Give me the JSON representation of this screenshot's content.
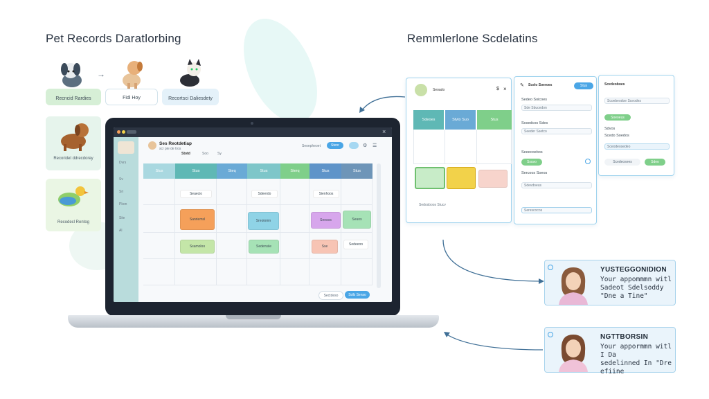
{
  "left_title": "Pet Records Daratlorbing",
  "right_title": "Remmlerlone Scdelatins",
  "pet_cards": [
    {
      "label": "Recncid Rardies"
    },
    {
      "label": "Fidi Hoy"
    },
    {
      "label": "Recortsci Daliesdety"
    },
    {
      "label": "Recoridet ddrecdorey"
    },
    {
      "label": "Recodecl Rentog"
    }
  ],
  "app": {
    "title": "Ses Reotdetiap",
    "subtitle": "scr pie de tros",
    "tabs": [
      "Stotd",
      "Soo",
      "Sy"
    ],
    "search": "Seoepheoet",
    "action_button": "Stenr",
    "sidebar": [
      "Dvrs",
      "Sv",
      "Sri",
      "Pkon",
      "Siie",
      "Al"
    ],
    "calendar_headers": [
      "Stus",
      "Stus",
      "Steq",
      "Stus",
      "Sterq",
      "Stus",
      "Stus"
    ],
    "events": [
      "Seaecio",
      "Sdeerdo",
      "Sienhoos",
      "Sanriemsl",
      "Sreoiomn",
      "Seesos",
      "Seuos",
      "Ssamoloo",
      "Sedensiie",
      "Sse",
      "Sedeeoo"
    ],
    "footer_cancel": "Sectdeso",
    "footer_confirm": "Solb Senso"
  },
  "calendar_panel": {
    "user": "Seoado",
    "headers": [
      "Sdeoes",
      "Stvto Suo",
      "Stus"
    ],
    "caption": "Sedosboos Stucv"
  },
  "form_panel": {
    "title": "Scelo Soeroes",
    "button": "Stus",
    "labels": [
      "Sedeo Soicoes",
      "Sde Sbucedon",
      "Sosedcos Sdes",
      "Seeder Ssetco",
      "Seeecoebos",
      "Sercoos Soeos",
      "Sdevdoeus",
      "Serescocos"
    ],
    "toggle": "Ssuvo"
  },
  "reminder_panel": {
    "title": "Scedeoboes",
    "field": "Scoebeodoe Sceodes",
    "chip": "Soeoeus",
    "labels": [
      "Sdvos",
      "Scedo Soedos"
    ],
    "input": "Sceodeosedeo",
    "cancel": "Scedeosees",
    "confirm": "Sdeo"
  },
  "notifications": [
    {
      "title": "YUSTEGGONIDION",
      "body": "Your appommmn witl\nSadeot Sdelsoddy\n\"Dne a Tine\""
    },
    {
      "title": "NGTTBORSIN",
      "body": "Your appormmn witl I Da\nsedelinned In \"Dre\nefiine"
    }
  ],
  "colors": {
    "teal_header": "#5fb8b5",
    "blue_header": "#6aaad6",
    "green_header": "#7fcf8a",
    "accent_blue": "#4aa6e6",
    "event_orange": "#f5a05a",
    "event_cyan": "#8fd3e6",
    "event_purple": "#d7a6ec",
    "event_green": "#a6e2b6",
    "event_yellow": "#f2d24a",
    "event_pink": "#f7c4b4"
  }
}
